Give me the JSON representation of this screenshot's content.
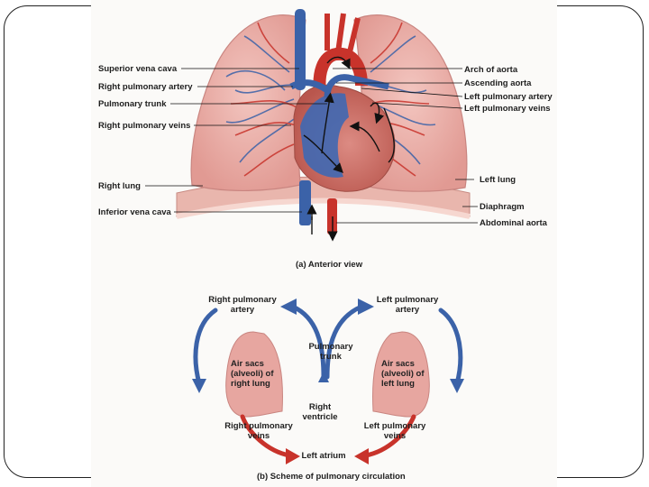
{
  "panel_a": {
    "labels_left": {
      "superior_vena_cava": "Superior vena cava",
      "right_pulmonary_artery": "Right pulmonary artery",
      "pulmonary_trunk": "Pulmonary trunk",
      "right_pulmonary_veins": "Right pulmonary veins",
      "right_lung": "Right lung",
      "inferior_vena_cava": "Inferior vena cava"
    },
    "labels_right": {
      "arch_of_aorta": "Arch of aorta",
      "ascending_aorta": "Ascending aorta",
      "left_pulmonary_artery": "Left pulmonary artery",
      "left_pulmonary_veins": "Left pulmonary veins",
      "left_lung": "Left lung",
      "diaphragm": "Diaphragm",
      "abdominal_aorta": "Abdominal aorta"
    },
    "caption": "(a) Anterior view"
  },
  "panel_b": {
    "right_pulmonary_artery": "Right pulmonary artery",
    "left_pulmonary_artery": "Left pulmonary artery",
    "pulmonary_trunk": "Pulmonary trunk",
    "air_sacs_right": "Air sacs (alveoli) of right lung",
    "air_sacs_left": "Air sacs (alveoli) of left lung",
    "right_ventricle": "Right ventricle",
    "right_pulmonary_veins": "Right pulmonary veins",
    "left_pulmonary_veins": "Left pulmonary veins",
    "left_atrium": "Left atrium",
    "caption": "(b) Scheme of pulmonary circulation"
  },
  "colors": {
    "deoxygenated": "#3b62a8",
    "oxygenated": "#c8332b",
    "lung": "#e7a6a0",
    "lung_edge": "#c98580"
  }
}
